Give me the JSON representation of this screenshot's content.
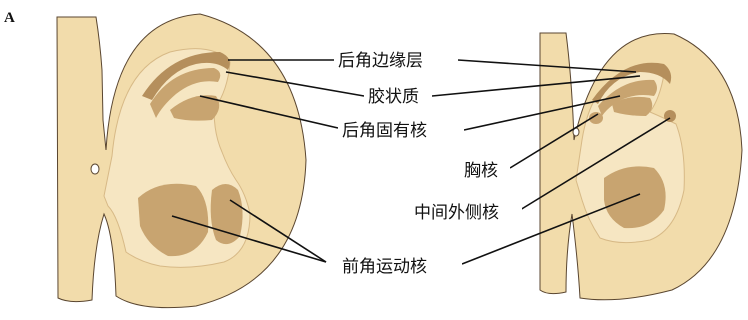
{
  "panel_label": "A",
  "labels": {
    "posterior_marginal": "后角边缘层",
    "substantia_gelatinosa": "胶状质",
    "nucleus_proprius": "后角固有核",
    "thoracic_nucleus": "胸核",
    "intermediolateral": "中间外侧核",
    "anterior_motor": "前角运动核"
  },
  "colors": {
    "white_matter": "#f2dcab",
    "gray_matter": "#f6e6c2",
    "nucleus": "#c8a470",
    "marginal_layer": "#b58f5c",
    "outline": "#5a4630"
  }
}
